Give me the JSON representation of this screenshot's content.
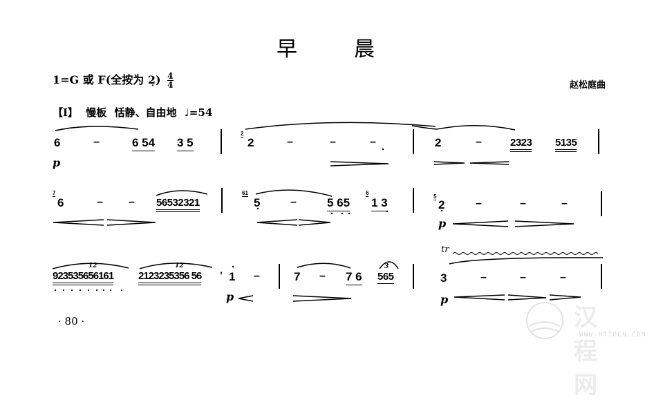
{
  "title": {
    "char1": "早",
    "char2": "晨"
  },
  "header": {
    "key_signature": "1=G 或 F(全按为 2̣)",
    "time_signature": {
      "numerator": "4",
      "denominator": "4"
    },
    "composer": "赵松庭曲"
  },
  "section": {
    "marker": "【I】",
    "tempo_terms": "慢板  恬静、自由地",
    "metronome": "♩=54"
  },
  "systems": [
    {
      "measures": [
        {
          "notes": [
            "6",
            "–",
            "6 54",
            "3 5"
          ],
          "dynamics": "p",
          "slur": "6 – 6 54"
        },
        {
          "grace": "2",
          "notes": [
            "2",
            "–",
            "–",
            "–"
          ],
          "hairpin": "decrescendo"
        },
        {
          "notes": [
            "2",
            "–",
            "2323",
            "5135"
          ],
          "hairpin": "crescendo-decrescendo"
        }
      ]
    },
    {
      "measures": [
        {
          "grace": "7",
          "notes": [
            "6",
            "–",
            "–",
            "56532321"
          ],
          "hairpin": "crescendo-decrescendo"
        },
        {
          "grace": "61",
          "notes": [
            "5",
            "–",
            "5 65"
          ],
          "grace2": "6",
          "notes2": [
            "1 3"
          ],
          "hairpin": "crescendo-decrescendo"
        },
        {
          "grace": "5",
          "notes": [
            "2",
            "–",
            "–",
            "–"
          ],
          "dynamics": "p",
          "hairpin": "crescendo-decrescendo"
        }
      ]
    },
    {
      "measures": [
        {
          "notes": [
            "923535656161",
            "2123235356 56"
          ],
          "tuplets": [
            "12",
            "12"
          ],
          "breath": "’",
          "end_note": "1",
          "end_dash": "–",
          "dynamics": "p"
        },
        {
          "notes": [
            "7",
            "–",
            "7 6",
            "565"
          ],
          "tuplet": "3"
        },
        {
          "notes": [
            "3",
            "–",
            "–",
            "–"
          ],
          "ornament": "tr",
          "dynamics": "p"
        }
      ]
    }
  ],
  "page_number": "· 80 ·",
  "watermark": {
    "text": "汉程网",
    "url": "WWW.HTTPCN.COM"
  }
}
